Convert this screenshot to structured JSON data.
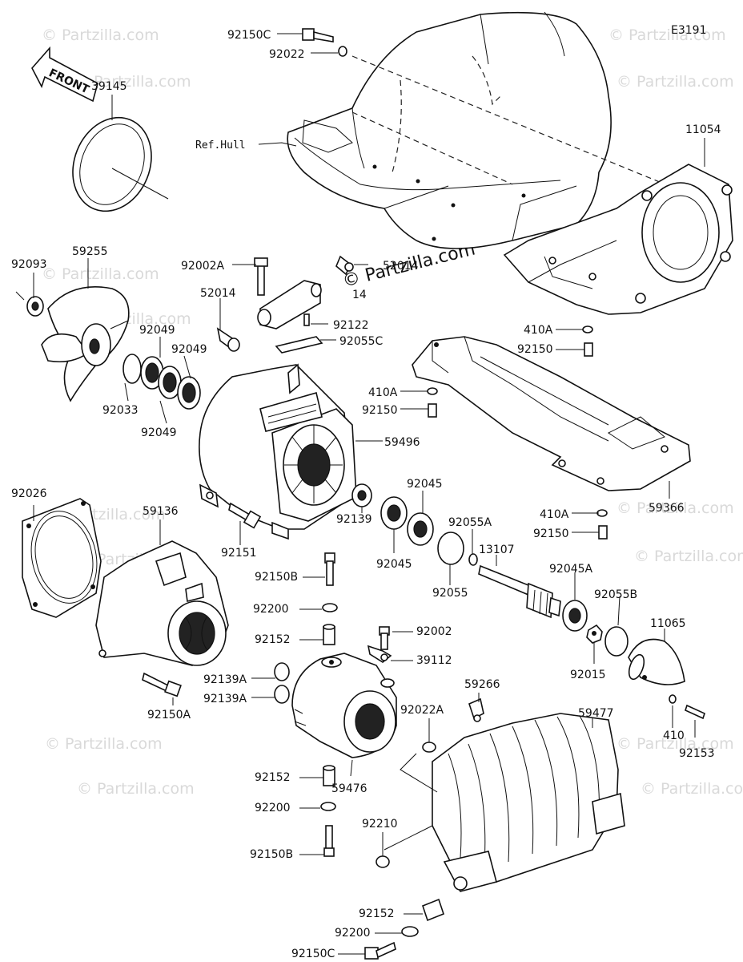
{
  "diagram_code": "E3191",
  "front_label": "FRONT",
  "ref_label": "Ref.Hull",
  "watermark": "© Partzilla.com",
  "parts": {
    "p92150C_top": "92150C",
    "p92022": "92022",
    "p39145": "39145",
    "p11054": "11054",
    "p92093": "92093",
    "p59255": "59255",
    "p92002A": "92002A",
    "p52014_a": "52014",
    "p52014_b": "52014",
    "p14": "14",
    "p92122": "92122",
    "p92055C": "92055C",
    "p92049_a": "92049",
    "p92049_b": "92049",
    "p92049_c": "92049",
    "p92033": "92033",
    "p410A_a": "410A",
    "p92150_a": "92150",
    "p410A_b": "410A",
    "p92150_b": "92150",
    "p59496": "59496",
    "p59366": "59366",
    "p92045_a": "92045",
    "p92045_b": "92045",
    "p92139": "92139",
    "p92151": "92151",
    "p92026": "92026",
    "p59136": "59136",
    "p92055A": "92055A",
    "p13107": "13107",
    "p92055": "92055",
    "p410A_c": "410A",
    "p92150_c": "92150",
    "p92150B_a": "92150B",
    "p92200_a": "92200",
    "p92045A": "92045A",
    "p92055B": "92055B",
    "p92002": "92002",
    "p92152_a": "92152",
    "p39112": "39112",
    "p11065": "11065",
    "p92015": "92015",
    "p92139A_a": "92139A",
    "p92139A_b": "92139A",
    "p92150A": "92150A",
    "p59266": "59266",
    "p92022A": "92022A",
    "p59477": "59477",
    "p410": "410",
    "p92153": "92153",
    "p92152_b": "92152",
    "p59476": "59476",
    "p92200_b": "92200",
    "p92210": "92210",
    "p92150B_b": "92150B",
    "p92152_c": "92152",
    "p92200_c": "92200",
    "p92150C_b": "92150C"
  }
}
